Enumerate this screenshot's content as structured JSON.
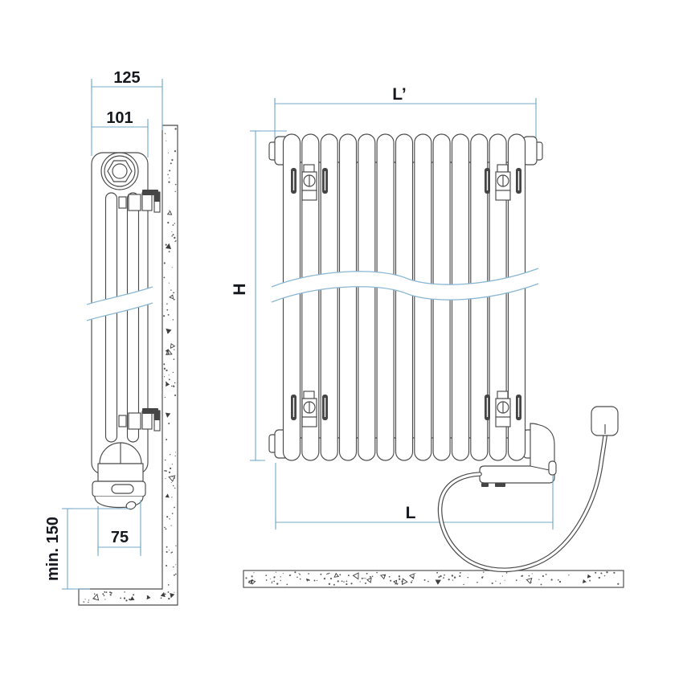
{
  "drawing": {
    "kind": "radiator installation technical drawing",
    "side_view": {
      "dims": {
        "depth_total": "125",
        "depth_body": "101",
        "element_width": "75",
        "floor_clearance": "min. 150"
      }
    },
    "front_view": {
      "dims": {
        "length_overall": "L’",
        "height": "H",
        "length_lower": "L"
      }
    },
    "colors": {
      "outline": "#4a4a4a",
      "dimension_blue": "#74aac9",
      "break_line_blue": "#8ab7d3",
      "text": "#15181f",
      "concrete_fleck": "#3d3d3d"
    }
  }
}
